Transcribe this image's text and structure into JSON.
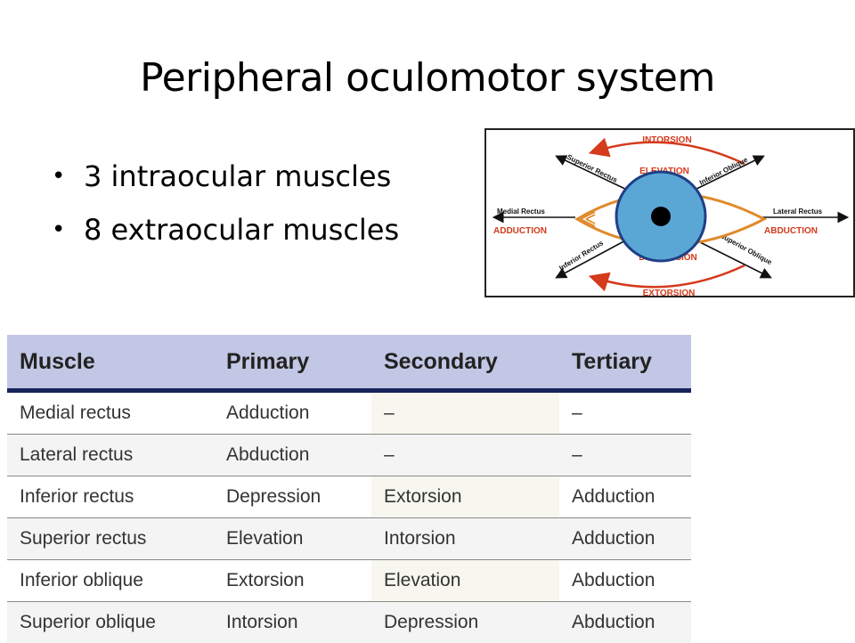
{
  "slide": {
    "title": "Peripheral oculomotor system",
    "bullets": [
      {
        "text": "3 intraocular muscles"
      },
      {
        "text": "8 extraocular muscles"
      }
    ]
  },
  "diagram": {
    "labels": {
      "intorsion": "INTORSION",
      "extorsion": "EXTORSION",
      "elevation": "ELEVATION",
      "depression": "DEPRESSION",
      "adduction": "ADDUCTION",
      "abduction": "ABDUCTION",
      "medial_rectus": "Medial Rectus",
      "lateral_rectus": "Lateral Rectus",
      "superior_rectus": "Superior Rectus",
      "inferior_oblique": "Inferior Oblique",
      "inferior_rectus": "Inferior Rectus",
      "superior_oblique": "Superior Oblique"
    },
    "colors": {
      "red": "#d43a1c",
      "iris": "#5aa7d6",
      "iris_ring": "#1f3f86",
      "eye_outline": "#e08a2a"
    }
  },
  "table": {
    "headers": [
      "Muscle",
      "Primary",
      "Secondary",
      "Tertiary"
    ],
    "rows": [
      [
        "Medial rectus",
        "Adduction",
        "–",
        "–"
      ],
      [
        "Lateral rectus",
        "Abduction",
        "–",
        "–"
      ],
      [
        "Inferior rectus",
        "Depression",
        "Extorsion",
        "Adduction"
      ],
      [
        "Superior rectus",
        "Elevation",
        "Intorsion",
        "Adduction"
      ],
      [
        "Inferior oblique",
        "Extorsion",
        "Elevation",
        "Abduction"
      ],
      [
        "Superior oblique",
        "Intorsion",
        "Depression",
        "Abduction"
      ]
    ],
    "colors": {
      "header_bg": "#c1c7e4",
      "header_rule": "#17235c"
    }
  }
}
